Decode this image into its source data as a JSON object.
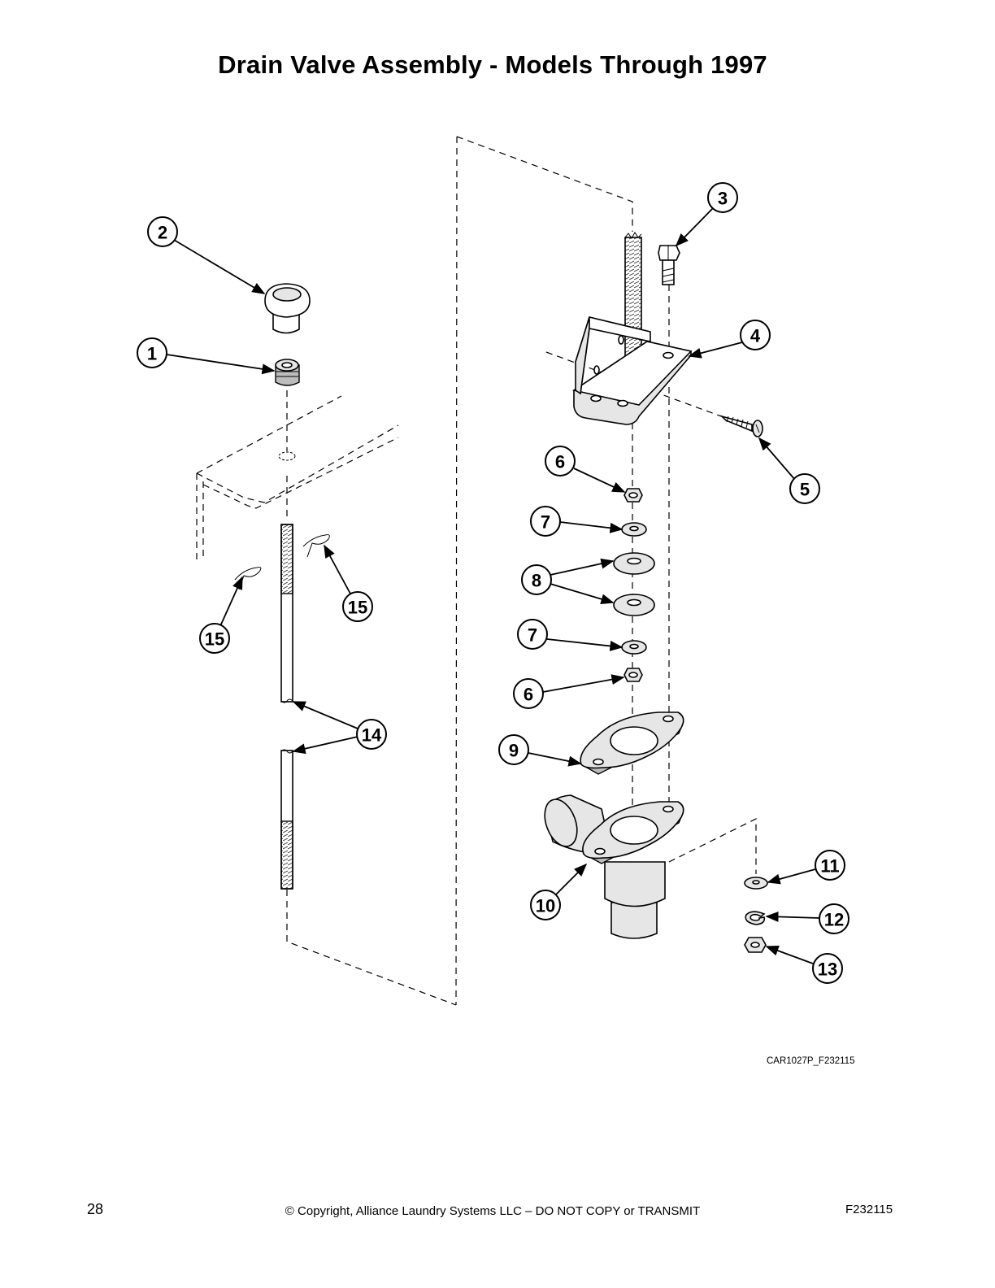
{
  "title": "Drain Valve Assembly - Models Through 1997",
  "drawing_id": "CAR1027P_F232115",
  "footer": {
    "page_number": "28",
    "copyright": "© Copyright, Alliance Laundry Systems LLC – DO NOT COPY or TRANSMIT",
    "form_number": "F232115"
  },
  "callouts": [
    "1",
    "2",
    "3",
    "4",
    "5",
    "6",
    "7",
    "8",
    "9",
    "10",
    "11",
    "12",
    "13",
    "14",
    "15"
  ]
}
